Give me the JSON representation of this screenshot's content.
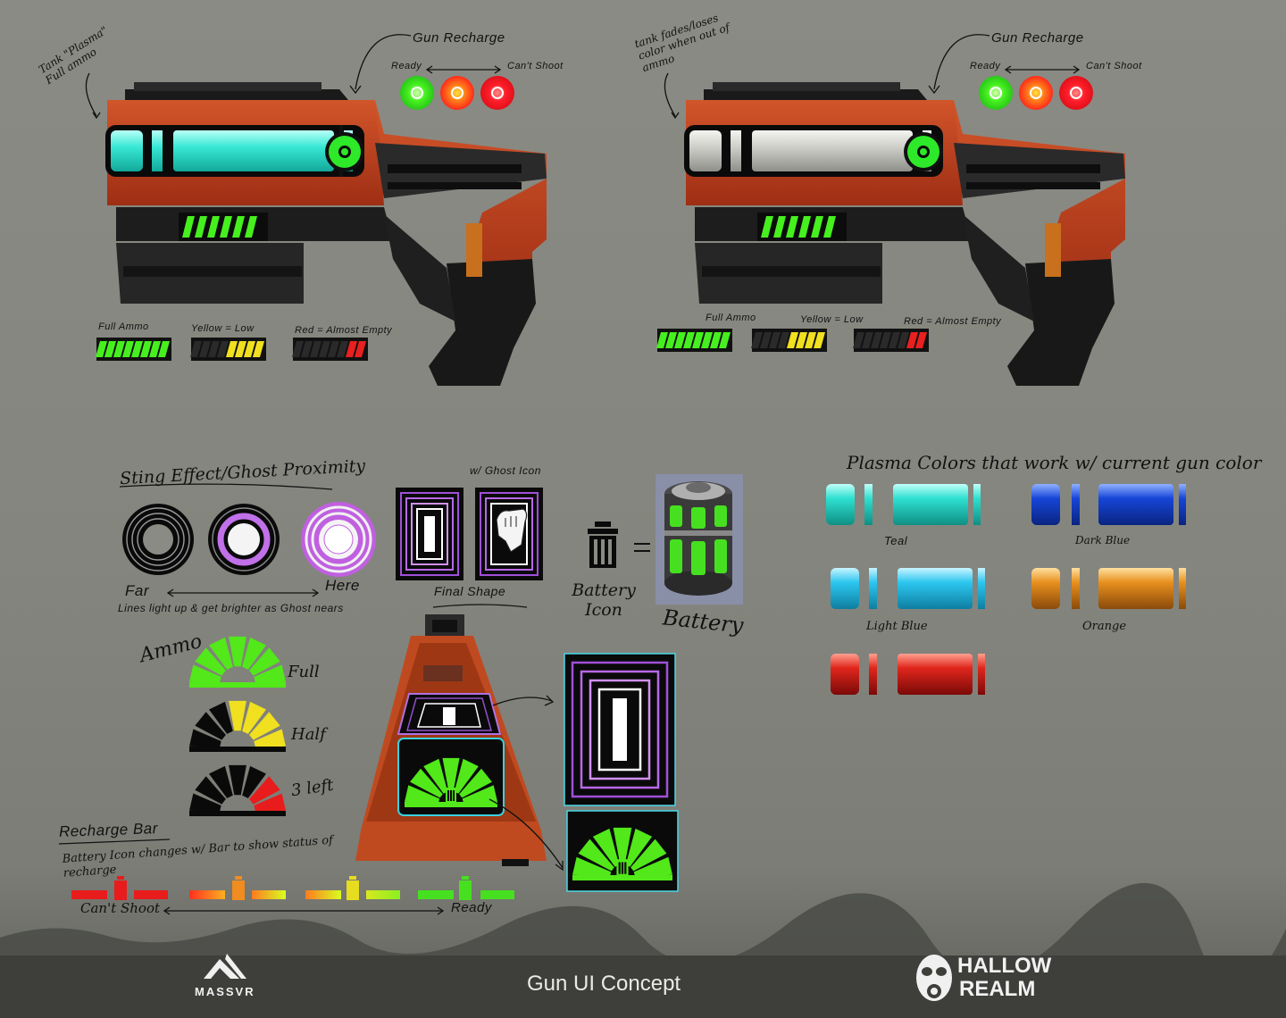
{
  "gun_left": {
    "tank_note": "Tank \"Plasma\" Full ammo",
    "recharge_title": "Gun Recharge",
    "ready_label": "Ready",
    "cant_shoot_label": "Can't Shoot",
    "ammo_legend": [
      "Full Ammo",
      "Yellow = Low",
      "Red = Almost Empty"
    ]
  },
  "gun_right": {
    "tank_note": "tank fades/loses color when out of ammo",
    "recharge_title": "Gun Recharge",
    "ready_label": "Ready",
    "cant_shoot_label": "Can't Shoot",
    "ammo_legend": [
      "Full Ammo",
      "Yellow = Low",
      "Red = Almost Empty"
    ]
  },
  "sting": {
    "title": "Sting Effect/Ghost Proximity",
    "ghost_icon_label": "w/ Ghost Icon",
    "far_label": "Far",
    "here_label": "Here",
    "lines_note": "Lines light up & get brighter as Ghost nears",
    "final_shape_label": "Final Shape"
  },
  "battery": {
    "icon_label": "Battery Icon",
    "equals": "=",
    "battery_label": "Battery"
  },
  "ammo_gauge": {
    "title": "Ammo",
    "states": [
      "Full",
      "Half",
      "3 left"
    ]
  },
  "recharge_bar": {
    "title": "Recharge Bar",
    "note": "Battery Icon changes w/ Bar to show status of recharge",
    "cant_shoot_label": "Can't Shoot",
    "ready_label": "Ready"
  },
  "plasma": {
    "title": "Plasma Colors that work w/ current gun color",
    "colors": [
      {
        "name": "Teal",
        "hex": "#2ee0d0"
      },
      {
        "name": "Dark Blue",
        "hex": "#1646d8"
      },
      {
        "name": "Light Blue",
        "hex": "#2cc6f0"
      },
      {
        "name": "Orange",
        "hex": "#e8901e"
      },
      {
        "name": "",
        "hex": "#e0261c"
      }
    ]
  },
  "footer": {
    "title": "Gun UI Concept",
    "left_logo": "MASSVR",
    "right_logo_line1": "HALLOW",
    "right_logo_line2": "REALM"
  }
}
